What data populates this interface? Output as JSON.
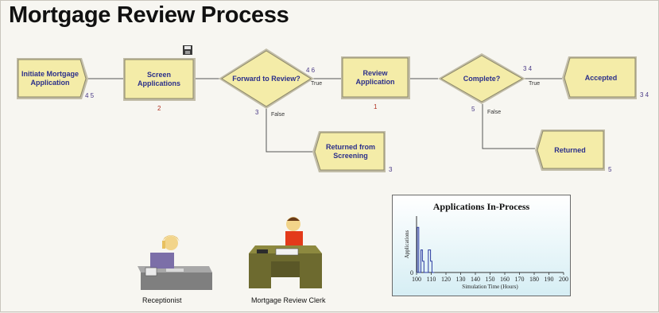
{
  "title": "Mortgage Review Process",
  "flow": {
    "create": {
      "label_line1": "Initiate Mortgage",
      "label_line2": "Application",
      "count": "4 5"
    },
    "screen": {
      "label_line1": "Screen",
      "label_line2": "Applications",
      "count": "2"
    },
    "decide1": {
      "label": "Forward to Review?",
      "count": "4 6",
      "count_false": "3",
      "true_label": "True",
      "false_label": "False"
    },
    "review": {
      "label_line1": "Review",
      "label_line2": "Application",
      "count": "1"
    },
    "decide2": {
      "label": "Complete?",
      "count": "3 4",
      "count_false": "5",
      "true_label": "True",
      "false_label": "False"
    },
    "accepted": {
      "label": "Accepted",
      "count": "3 4"
    },
    "returned_screening": {
      "label_line1": "Returned from",
      "label_line2": "Screening",
      "count": "3"
    },
    "returned": {
      "label": "Returned",
      "count": "5"
    }
  },
  "resources": {
    "receptionist": "Receptionist",
    "clerk": "Mortgage Review Clerk"
  },
  "chart_data": {
    "type": "line",
    "title": "Applications In-Process",
    "xlabel": "Simulation Time (Hours)",
    "ylabel": "Applications",
    "xlim": [
      100,
      200
    ],
    "ylim": [
      0,
      5
    ],
    "xticks": [
      "100",
      "110",
      "120",
      "130",
      "140",
      "150",
      "160",
      "170",
      "180",
      "190",
      "200"
    ],
    "yticks": [
      "0"
    ],
    "series": [
      {
        "x": [
          100,
          100.5,
          100.5,
          101.5,
          101.5,
          103,
          103,
          104,
          104,
          105,
          105,
          108,
          108,
          109.5,
          109.5,
          110.5,
          110.5,
          112
        ],
        "y": [
          0,
          0,
          4,
          4,
          0,
          0,
          2,
          2,
          1,
          1,
          0,
          0,
          2,
          2,
          1,
          1,
          0,
          0
        ],
        "color": "#2a3aa0"
      }
    ]
  }
}
